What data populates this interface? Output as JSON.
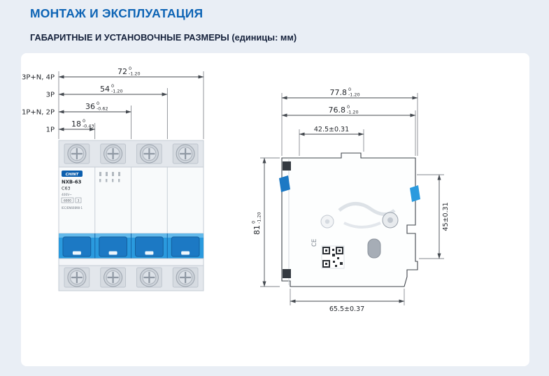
{
  "page": {
    "title": "МОНТАЖ И ЭКСПЛУАТАЦИЯ",
    "subtitle": "ГАБАРИТНЫЕ И УСТАНОВОЧНЫЕ РАЗМЕРЫ (единицы: мм)"
  },
  "colors": {
    "title_blue": "#0d64b5",
    "subtitle_navy": "#15213b",
    "breaker_blue": "#2a9ade",
    "breaker_blue_light": "#63b9ea",
    "handle_blue": "#1c79c4",
    "logo_blue": "#0c5fae",
    "line": "#44494f"
  },
  "front_view": {
    "rows": [
      {
        "pole_label": "3P+N, 4P",
        "value": "72",
        "tol_top": "0",
        "tol_bottom": "-1.20"
      },
      {
        "pole_label": "3P",
        "value": "54",
        "tol_top": "0",
        "tol_bottom": "-1.20"
      },
      {
        "pole_label": "1P+N, 2P",
        "value": "36",
        "tol_top": "0",
        "tol_bottom": "-0.62"
      },
      {
        "pole_label": "1P",
        "value": "18",
        "tol_top": "0",
        "tol_bottom": "-0.43"
      }
    ],
    "device": {
      "brand": "CHINT",
      "model": "NXB-63",
      "rating": "C63",
      "voltage": "400V~",
      "breaking_capacity": "6000",
      "energy_class": "3",
      "standard": "IEC/EN60898-1"
    }
  },
  "side_view": {
    "width_total": {
      "value": "77.8",
      "tol_top": "0",
      "tol_bottom": "-1.20"
    },
    "width_body": {
      "value": "76.8",
      "tol_top": "0",
      "tol_bottom": "-1.20"
    },
    "mount_offset": "42.5±0.31",
    "height": {
      "value": "81",
      "tol_top": "0",
      "tol_bottom": "-1.20"
    },
    "rail_span": "45±0.31",
    "bottom_width": "65.5±0.37",
    "marks": {
      "ce": "CE"
    }
  }
}
